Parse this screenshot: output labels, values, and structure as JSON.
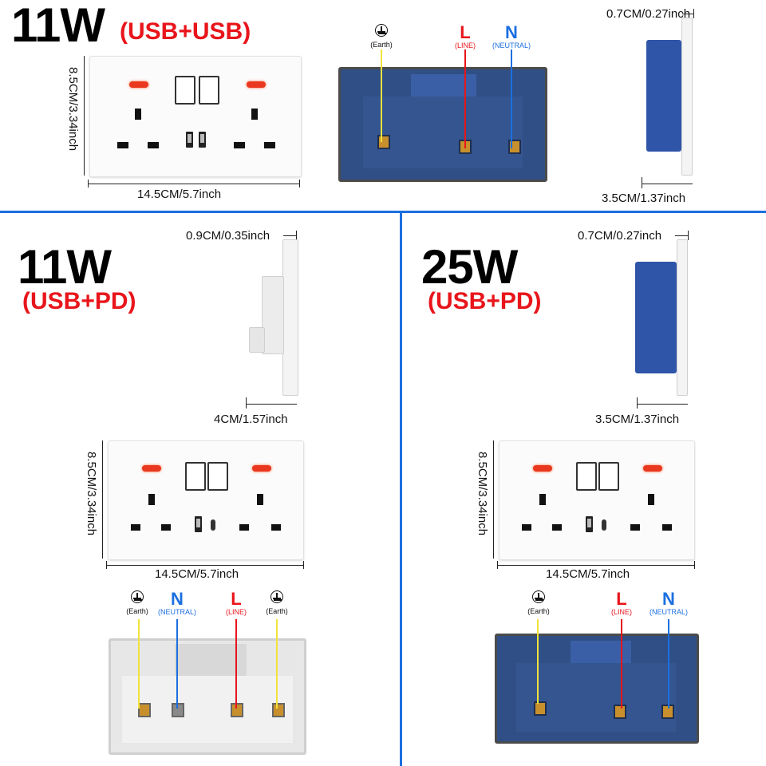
{
  "sections": {
    "top": {
      "power": "11W",
      "type": "(USB+USB)",
      "width_label": "14.5CM/5.7inch",
      "height_label": "8.5CM/3.34inch",
      "depth_top_label": "0.7CM/0.27inch",
      "depth_bottom_label": "3.5CM/1.37inch"
    },
    "bottom_left": {
      "power": "11W",
      "type": "(USB+PD)",
      "width_label": "14.5CM/5.7inch",
      "height_label": "8.5CM/3.34inch",
      "depth_top_label": "0.9CM/0.35inch",
      "depth_bottom_label": "4CM/1.57inch"
    },
    "bottom_right": {
      "power": "25W",
      "type": "(USB+PD)",
      "width_label": "14.5CM/5.7inch",
      "height_label": "8.5CM/3.34inch",
      "depth_top_label": "0.7CM/0.27inch",
      "depth_bottom_label": "3.5CM/1.37inch"
    }
  },
  "wiring": {
    "earth_sub": "(Earth)",
    "line_letter": "L",
    "line_sub": "(LINE)",
    "neutral_letter": "N",
    "neutral_sub": "(NEUTRAL)"
  },
  "colors": {
    "divider": "#1b6fe0",
    "accent_red": "#e8151b",
    "line_red": "#e8151b",
    "neutral_blue": "#1b6fe0",
    "earth_yellow": "#f1e33a",
    "back_blue": "#2f4f86"
  },
  "icons": [
    "earth-symbol-icon"
  ]
}
